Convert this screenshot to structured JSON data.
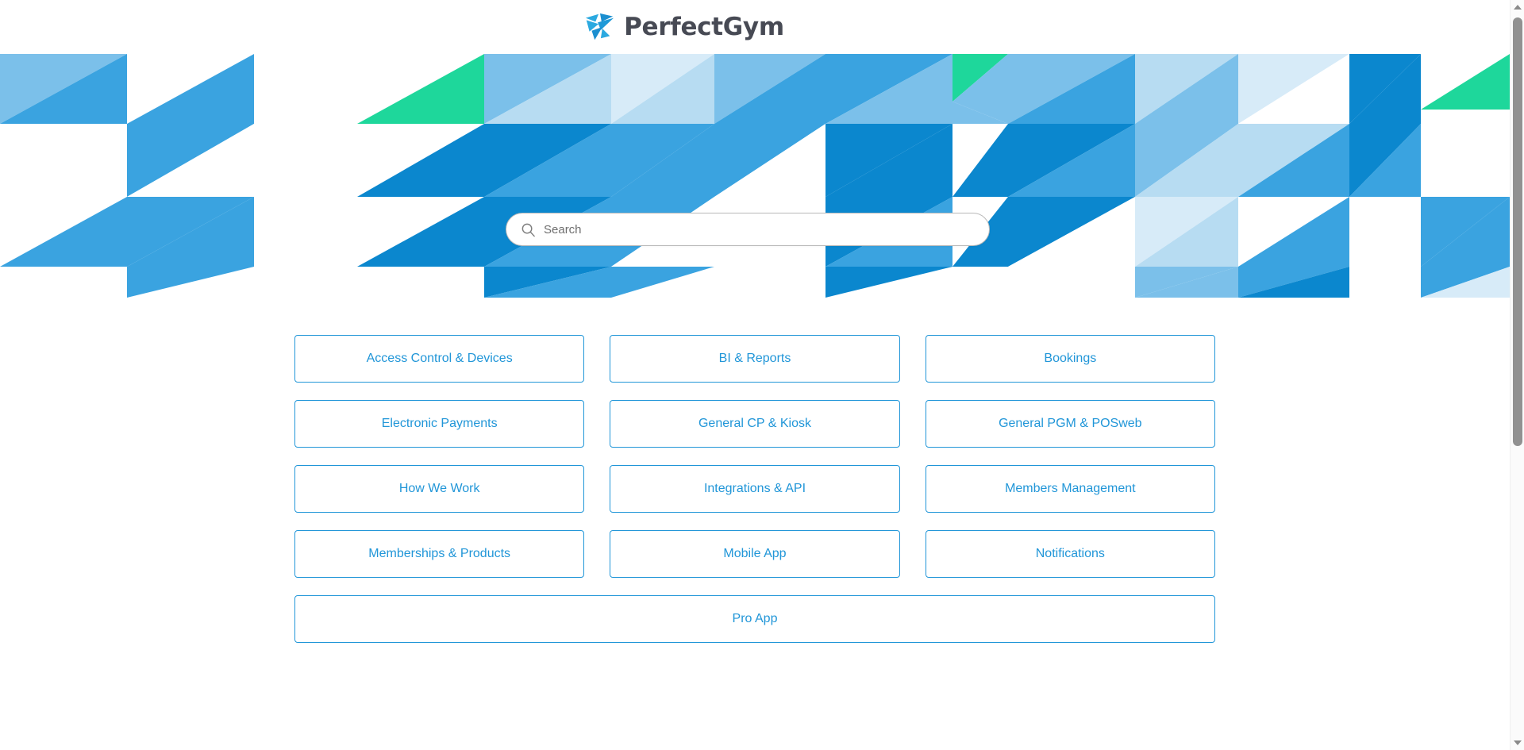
{
  "header": {
    "brand_name": "PerfectGym",
    "logo_icon": "perfectgym-star-icon",
    "logo_color": "#1b9ad6",
    "brand_text_color": "#474a54"
  },
  "hero": {
    "background_style": "geometric-triangle-mosaic",
    "palette": {
      "blue_dark": "#0b87ce",
      "blue_mid": "#3aa3e0",
      "blue_light": "#7bc0ea",
      "blue_pale": "#b7dcf2",
      "blue_faint": "#d7ebf8",
      "green_accent": "#1ed79b",
      "white": "#ffffff"
    }
  },
  "search": {
    "icon": "search-icon",
    "placeholder": "Search",
    "value": ""
  },
  "categories": {
    "rows": [
      [
        {
          "label": "Access Control & Devices"
        },
        {
          "label": "BI & Reports"
        },
        {
          "label": "Bookings"
        }
      ],
      [
        {
          "label": "Electronic Payments"
        },
        {
          "label": "General CP & Kiosk"
        },
        {
          "label": "General PGM & POSweb"
        }
      ],
      [
        {
          "label": "How We Work"
        },
        {
          "label": "Integrations & API"
        },
        {
          "label": "Members Management"
        }
      ],
      [
        {
          "label": "Memberships & Products"
        },
        {
          "label": "Mobile App"
        },
        {
          "label": "Notifications"
        }
      ],
      [
        {
          "label": "Pro App"
        }
      ]
    ],
    "accent_color": "#2196d8"
  },
  "scrollbar": {
    "up_arrow_icon": "scroll-up-arrow-icon",
    "down_arrow_icon": "scroll-down-arrow-icon",
    "thumb": "scrollbar-thumb"
  }
}
